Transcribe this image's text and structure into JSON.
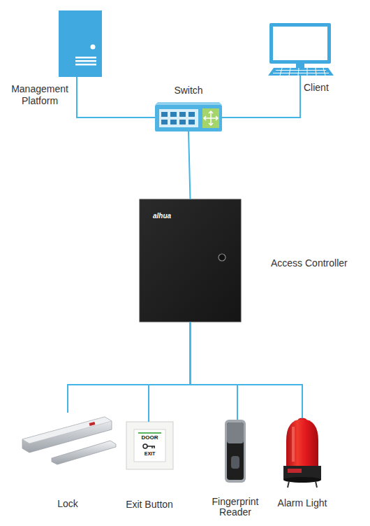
{
  "diagram": {
    "nodes": [
      {
        "text": [
          "Management Platform"
        ]
      },
      {
        "text": [
          "Switch"
        ]
      },
      {
        "text": [
          "Client"
        ]
      },
      {
        "text": [
          "Access Controller",
          "alhua"
        ]
      },
      {
        "text": [
          "Lock"
        ]
      },
      {
        "text": [
          "Exit Button",
          "DOOR",
          "EXIT"
        ]
      },
      {
        "text": [
          "Fingerprint Reader"
        ]
      },
      {
        "text": [
          "Alarm Light"
        ]
      }
    ],
    "edges": [
      {
        "from": 0,
        "to": 1,
        "arrow": "none"
      },
      {
        "from": 2,
        "to": 1,
        "arrow": "none"
      },
      {
        "from": 1,
        "to": 3,
        "arrow": "none"
      },
      {
        "from": 3,
        "to": 4,
        "arrow": "none"
      },
      {
        "from": 3,
        "to": 5,
        "arrow": "none"
      },
      {
        "from": 3,
        "to": 6,
        "arrow": "none"
      },
      {
        "from": 3,
        "to": 7,
        "arrow": "none"
      }
    ]
  }
}
